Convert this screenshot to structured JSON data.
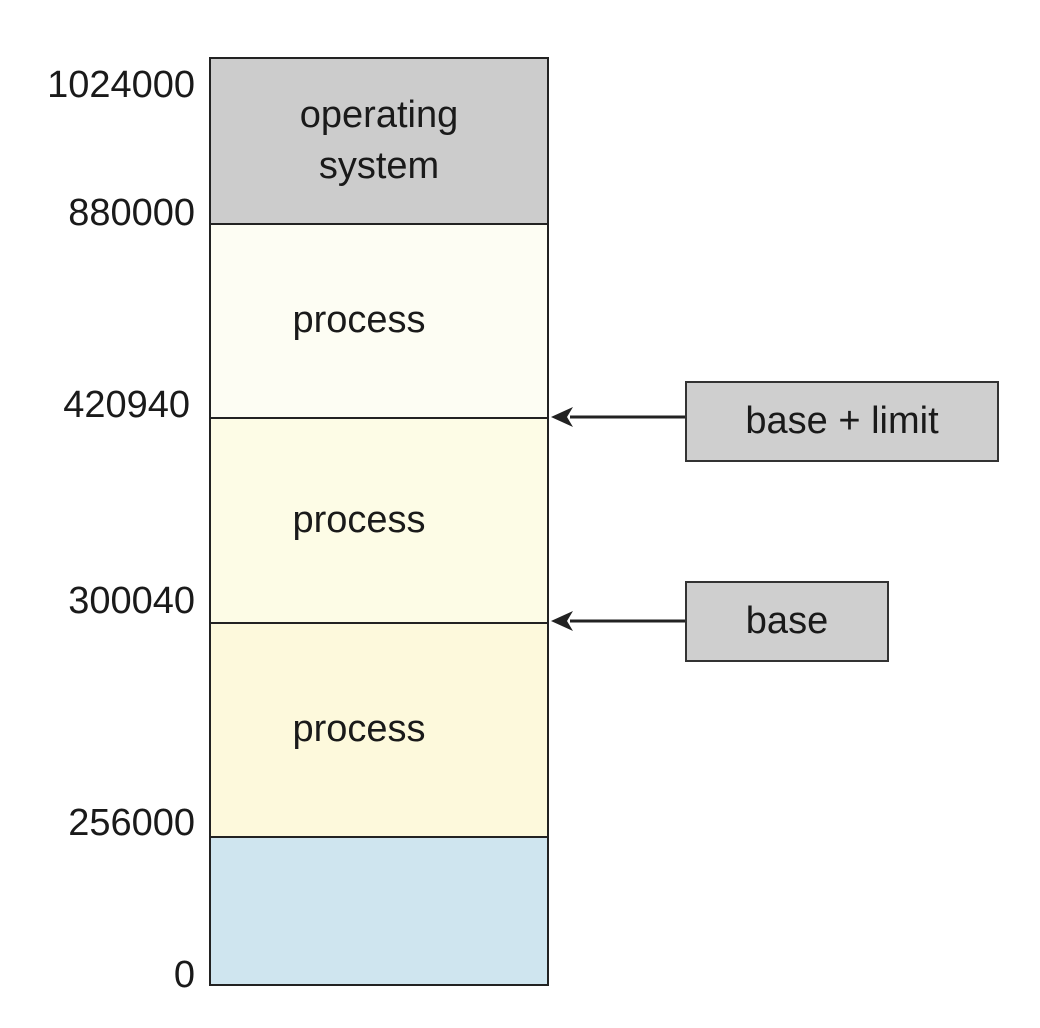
{
  "addresses": {
    "a1024000": "1024000",
    "a880000": "880000",
    "a420940": "420940",
    "a300040": "300040",
    "a256000": "256000",
    "a0": "0"
  },
  "segments": {
    "os": {
      "label": "operating\nsystem",
      "color": "#cccccc"
    },
    "process_top": {
      "label": "process",
      "color": "#fdfdf3"
    },
    "process_mid": {
      "label": "process",
      "color": "#fdfce6"
    },
    "process_low": {
      "label": "process",
      "color": "#fdf9dc"
    },
    "free": {
      "label": "",
      "color": "#cfe5ef"
    }
  },
  "registers": {
    "base_limit": "base + limit",
    "base": "base"
  }
}
